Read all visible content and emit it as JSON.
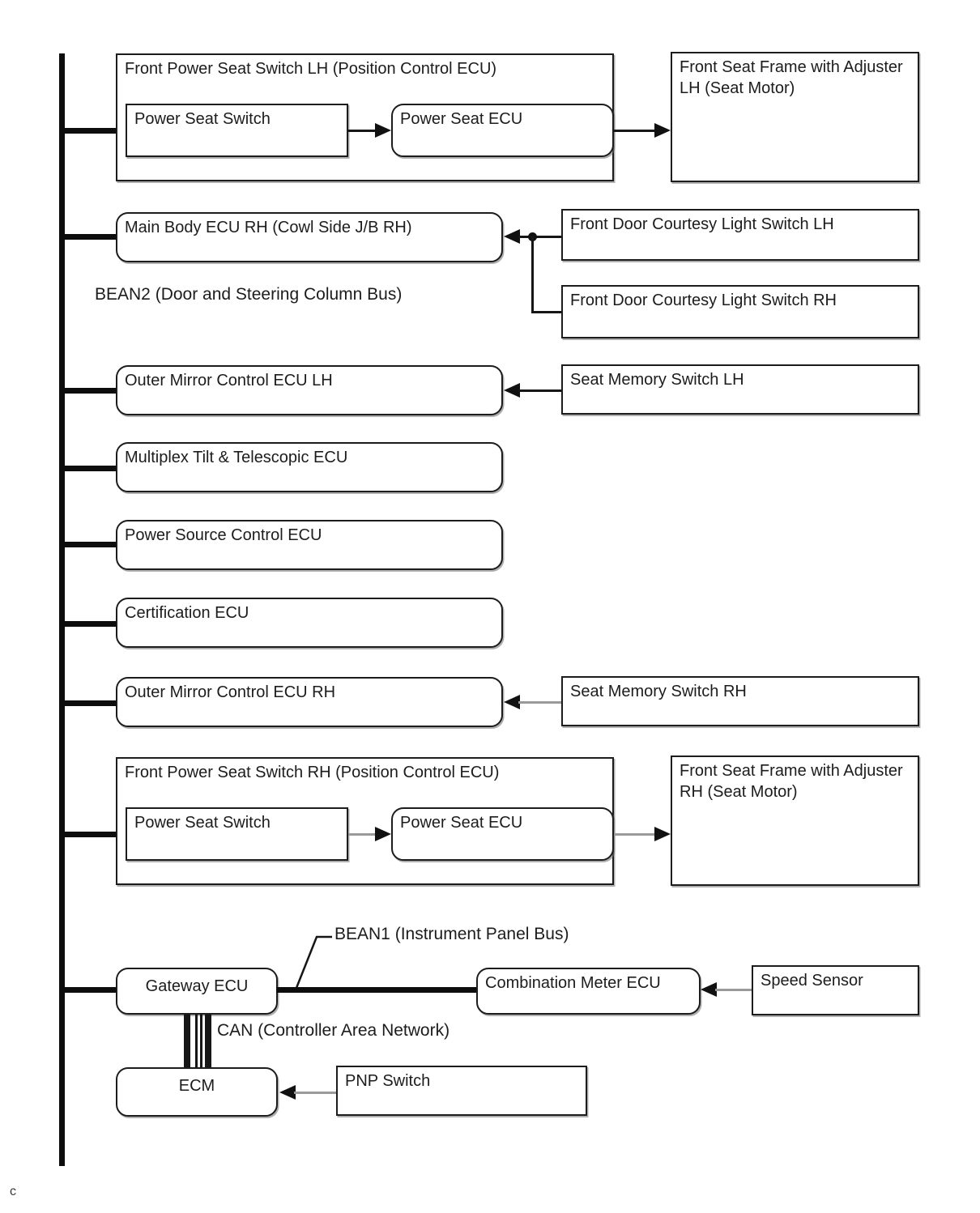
{
  "canvas": {
    "corner_mark": "c",
    "background": "#ffffff"
  },
  "colors": {
    "line": "#111111",
    "gray_line": "#9a9a9a",
    "box_border": "#1c1c1c",
    "text": "#1c1c1c"
  },
  "bus_labels": {
    "bean2": "BEAN2 (Door and Steering Column Bus)",
    "bean1": "BEAN1 (Instrument Panel Bus)",
    "can": "CAN (Controller Area Network)"
  },
  "nodes": {
    "front_power_seat_switch_lh": "Front Power Seat Switch LH (Position Control ECU)",
    "power_seat_switch_lh": "Power Seat Switch",
    "power_seat_ecu_lh": "Power Seat ECU",
    "front_seat_frame_lh": "Front Seat Frame with Adjuster LH (Seat Motor)",
    "main_body_ecu_rh": "Main Body ECU RH (Cowl Side J/B RH)",
    "front_door_courtesy_light_switch_lh": "Front Door Courtesy Light Switch LH",
    "front_door_courtesy_light_switch_rh": "Front Door Courtesy Light Switch RH",
    "outer_mirror_control_ecu_lh": "Outer Mirror Control ECU LH",
    "seat_memory_switch_lh": "Seat Memory Switch LH",
    "multiplex_tilt_telescopic_ecu": "Multiplex Tilt & Telescopic ECU",
    "power_source_control_ecu": "Power Source Control ECU",
    "certification_ecu": "Certification ECU",
    "outer_mirror_control_ecu_rh": "Outer Mirror Control ECU RH",
    "seat_memory_switch_rh": "Seat Memory Switch RH",
    "front_power_seat_switch_rh": "Front Power Seat Switch RH (Position Control ECU)",
    "power_seat_switch_rh": "Power Seat Switch",
    "power_seat_ecu_rh": "Power Seat ECU",
    "front_seat_frame_rh": "Front Seat Frame with Adjuster RH (Seat Motor)",
    "gateway_ecu": "Gateway ECU",
    "combination_meter_ecu": "Combination Meter ECU",
    "speed_sensor": "Speed Sensor",
    "ecm": "ECM",
    "pnp_switch": "PNP Switch"
  }
}
